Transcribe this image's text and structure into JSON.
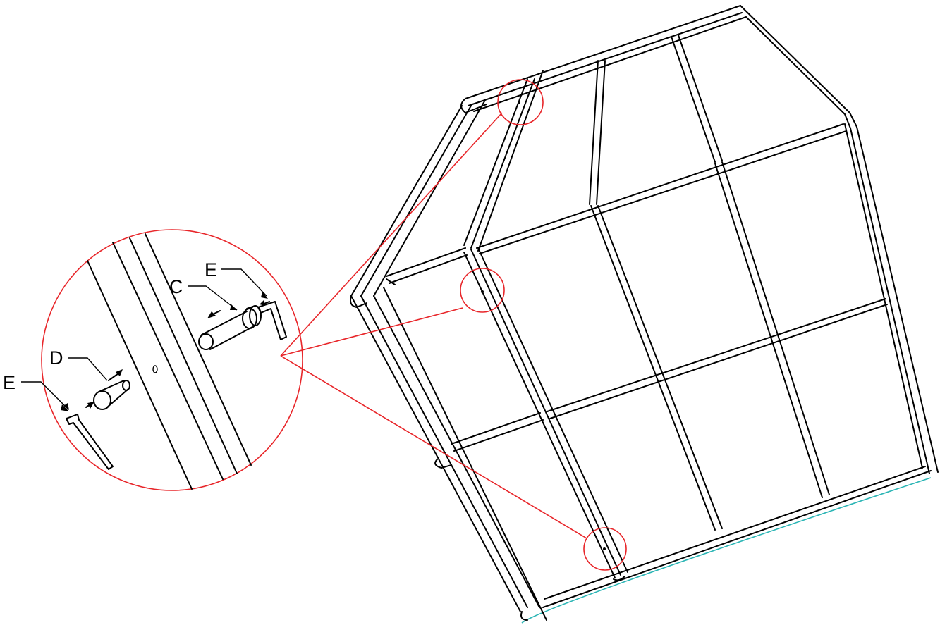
{
  "callouts": {
    "c": "C",
    "d": "D",
    "e_top": "E",
    "e_left": "E"
  },
  "colors": {
    "detail_circle": "#e8262a",
    "edge_highlight": "#2bb5b5",
    "linework": "#000000"
  }
}
